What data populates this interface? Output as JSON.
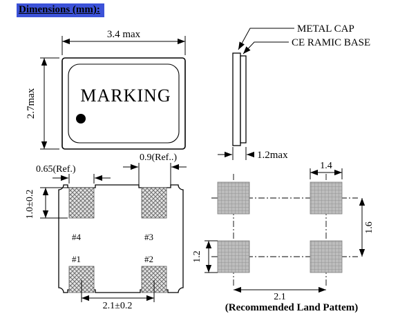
{
  "header": {
    "label": "Dimensions (mm):",
    "highlight_color": "#3c52d8"
  },
  "top_view": {
    "marking": "MARKING",
    "dim_width": "3.4 max",
    "dim_height": "2.7max"
  },
  "side_view": {
    "metal_cap_label": "METAL CAP",
    "ceramic_base_label": "CE RAMIC BASE",
    "dim_thickness": "1.2max"
  },
  "bottom_view": {
    "pad1": "#1",
    "pad2": "#2",
    "pad3": "#3",
    "pad4": "#4",
    "dim_pad_width": "0.65(Ref.)",
    "dim_notch_width": "0.9(Ref..)",
    "dim_pad_height": "1.0±0.2",
    "dim_pad_pitch": "2.1±0.2"
  },
  "land_pattern": {
    "dim_pad_width": "1.4",
    "dim_row_pitch": "1.6",
    "dim_pad_height": "1.2",
    "dim_col_pitch": "2.1",
    "caption": "(Recommended Land Pattem)",
    "pad_color": "#bdbdbd"
  }
}
